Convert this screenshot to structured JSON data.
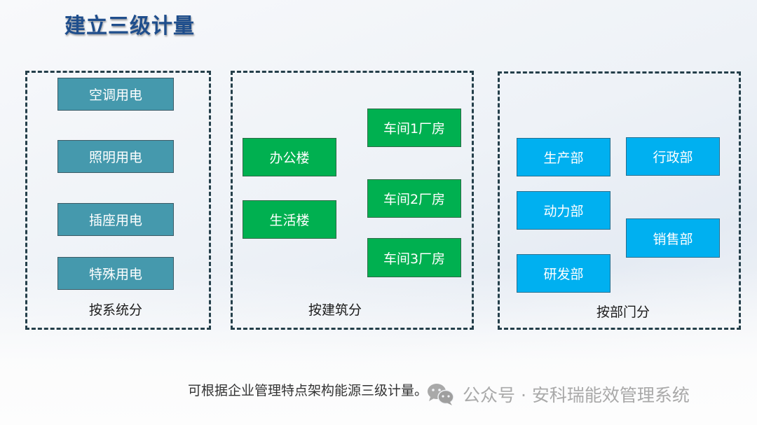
{
  "title": "建立三级计量",
  "panels": [
    {
      "label": "按系统分",
      "color": "#4599ad",
      "items": [
        "空调用电",
        "照明用电",
        "插座用电",
        "特殊用电"
      ]
    },
    {
      "label": "按建筑分",
      "color": "#00b050",
      "items": [
        "办公楼",
        "生活楼",
        "车间1厂房",
        "车间2厂房",
        "车间3厂房"
      ]
    },
    {
      "label": "按部门分",
      "color": "#00b0f0",
      "items": [
        "生产部",
        "行政部",
        "动力部",
        "销售部",
        "研发部"
      ]
    }
  ],
  "caption": "可根据企业管理特点架构能源三级计量。",
  "watermark": {
    "icon": "wechat-icon",
    "text": "公众号 · 安科瑞能效管理系统"
  },
  "colors": {
    "title": "#1f4e8c",
    "panel_border": "#243f4a",
    "teal": "#4599ad",
    "green": "#00b050",
    "blue": "#00b0f0"
  }
}
